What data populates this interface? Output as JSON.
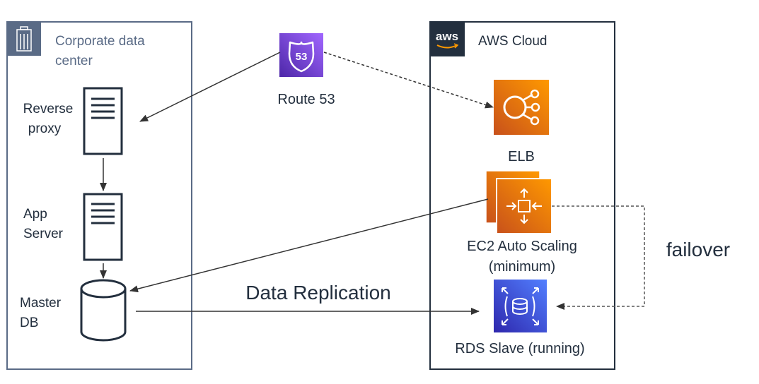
{
  "corporate": {
    "title_line1": "Corporate data",
    "title_line2": "center",
    "reverse_proxy": [
      "Reverse",
      "proxy"
    ],
    "app_server": [
      "App",
      "Server"
    ],
    "master_db": [
      "Master",
      "DB"
    ]
  },
  "route53": {
    "label": "Route 53",
    "badge": "53"
  },
  "aws": {
    "logo_text": "aws",
    "title": "AWS Cloud",
    "elb": "ELB",
    "ec2": [
      "EC2 Auto Scaling",
      "(minimum)"
    ],
    "rds": "RDS Slave (running)"
  },
  "connections": {
    "data_replication": "Data Replication",
    "failover": "failover"
  },
  "colors": {
    "border": "#232f3e",
    "corporate_border": "#5a6b86",
    "route53": "#7b4fd6",
    "compute": "#e8740c",
    "database": "#3a48d6",
    "arrow": "#333333"
  }
}
